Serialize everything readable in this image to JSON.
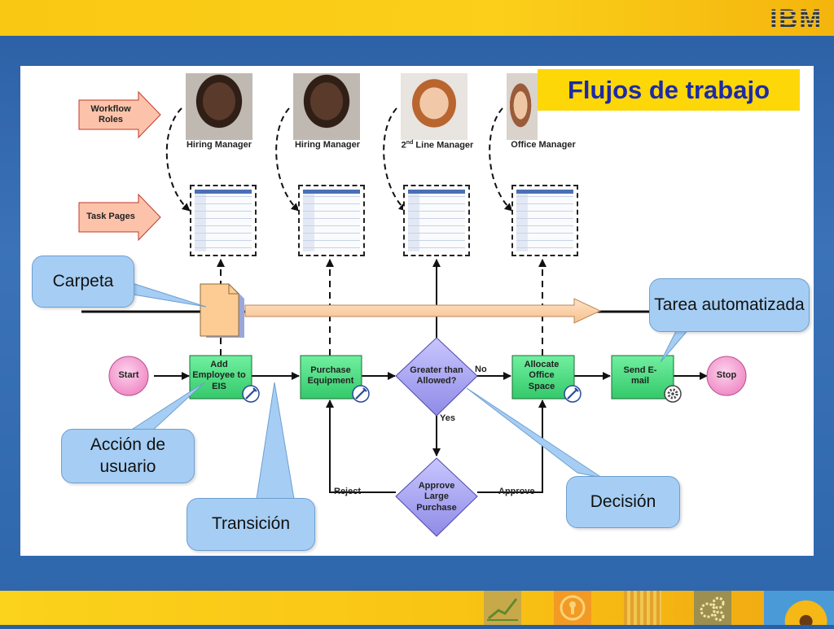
{
  "header": {
    "logo_text": "IBM"
  },
  "slide": {
    "title": "Flujos de trabajo"
  },
  "roles": {
    "workflow_roles_label": "Workflow Roles",
    "task_pages_label": "Task Pages",
    "people": [
      {
        "label": "Hiring Manager"
      },
      {
        "label": "Hiring Manager"
      },
      {
        "label_prefix": "2",
        "label_sup": "nd",
        "label_suffix": " Line Manager"
      },
      {
        "label": "Office Manager"
      }
    ]
  },
  "nodes": {
    "start": "Start",
    "add_employee": "Add Employee to EIS",
    "purchase_equipment": "Purchase Equipment",
    "greater_than_allowed": "Greater than Allowed?",
    "allocate_office": "Allocate Office Space",
    "send_email": "Send E-mail",
    "stop": "Stop",
    "approve_large_purchase": "Approve Large Purchase"
  },
  "arrow_labels": {
    "no": "No",
    "yes": "Yes",
    "reject": "Reject",
    "approve": "Approve"
  },
  "callouts": {
    "carpeta": "Carpeta",
    "tarea_automatizada": "Tarea automatizada",
    "accion_de_usuario": "Acción de usuario",
    "transicion": "Transición",
    "decision": "Decisión"
  },
  "colors": {
    "header_yellow": "#fbcf1a",
    "title_bg": "#fed709",
    "title_text": "#1c2aa7",
    "task_green": "#49e481",
    "decision_purple": "#a9a6f3",
    "start_pink": "#f5a1d5",
    "callout_blue": "#a6cef4",
    "folder_orange": "#fdcc94",
    "role_pink": "#fcc3aa"
  }
}
